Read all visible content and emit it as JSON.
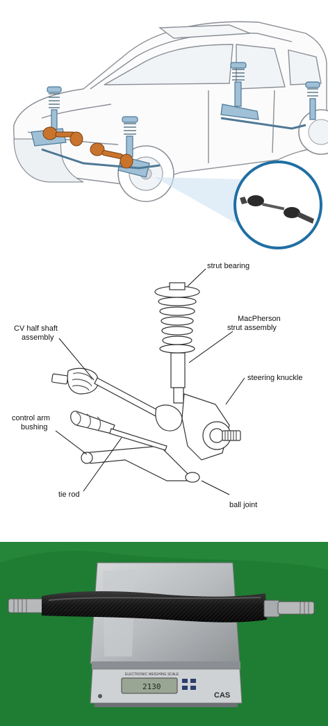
{
  "diagram": {
    "labels": {
      "strut_bearing": "strut bearing",
      "macpherson_1": "MacPherson",
      "macpherson_2": "strut assembly",
      "cv_1": "CV half shaft",
      "cv_2": "assembly",
      "steering_knuckle": "steering knuckle",
      "control_arm_1": "control arm",
      "control_arm_2": "bushing",
      "tie_rod": "tie rod",
      "ball_joint": "ball joint"
    }
  },
  "photo": {
    "scale_brand": "CAS",
    "scale_model": "ELECTRONIC WEIGHING SCALE",
    "display_value": "2130",
    "colors": {
      "background_green": "#1f7d33",
      "shaft_black": "#151515",
      "scale_steel": "#b9bcbf"
    }
  },
  "colors": {
    "strut_blue": "#9fc0d6",
    "axle_orange": "#c9742d",
    "callout_blue": "#1f6fa3"
  }
}
